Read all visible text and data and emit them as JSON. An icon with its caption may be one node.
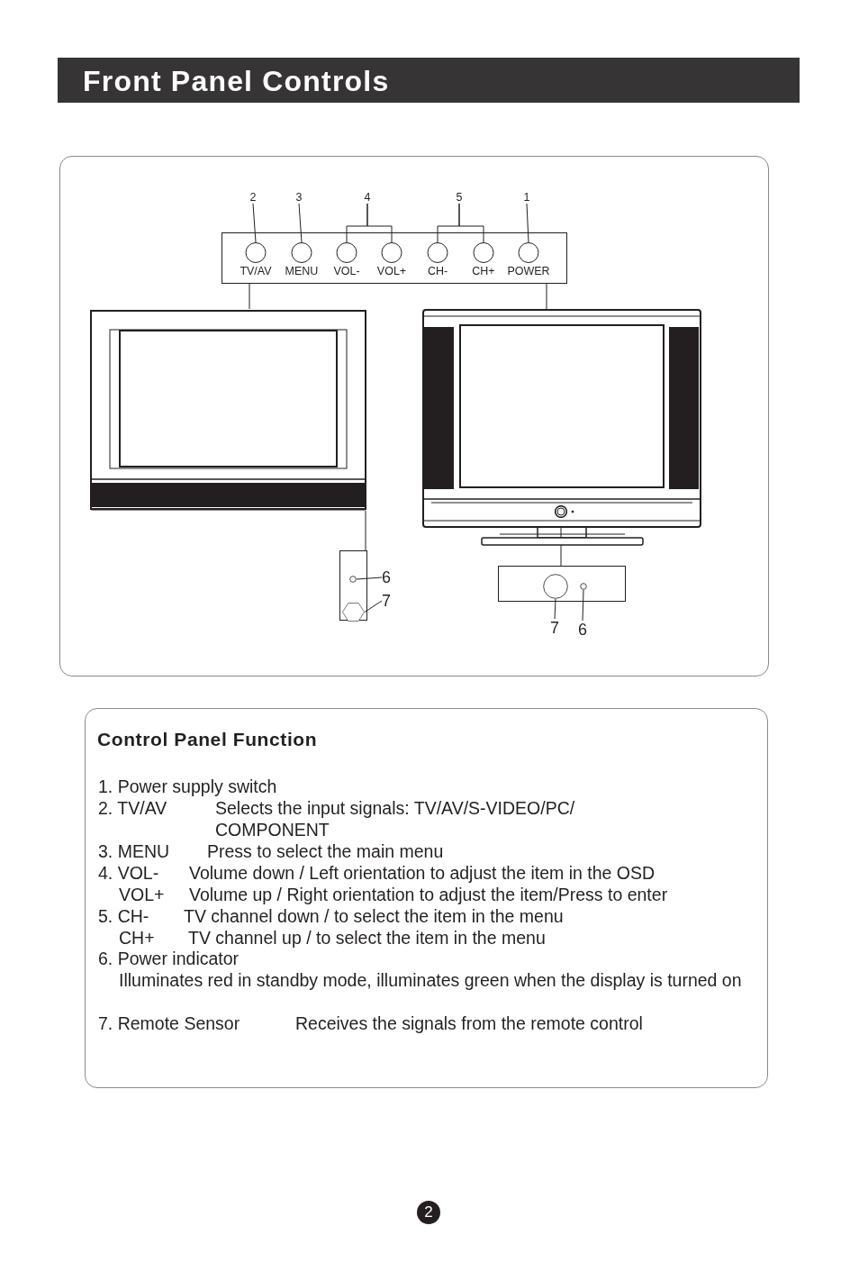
{
  "diagram": {
    "title": "Front Panel Controls",
    "nodes": [
      {
        "text": [
          "2"
        ]
      },
      {
        "text": [
          "3"
        ]
      },
      {
        "text": [
          "4"
        ]
      },
      {
        "text": [
          "5"
        ]
      },
      {
        "text": [
          "1"
        ]
      },
      {
        "text": [],
        "shape": "box"
      },
      {
        "text": [
          "TV/AV"
        ],
        "in": 5
      },
      {
        "text": [
          "MENU"
        ],
        "in": 5
      },
      {
        "text": [
          "VOL-"
        ],
        "in": 5
      },
      {
        "text": [
          "VOL+"
        ],
        "in": 5
      },
      {
        "text": [
          "CH-"
        ],
        "in": 5
      },
      {
        "text": [
          "CH+"
        ],
        "in": 5
      },
      {
        "text": [
          "POWER"
        ],
        "in": 5
      },
      {
        "text": [],
        "shape": "picture"
      },
      {
        "text": [],
        "shape": "picture"
      },
      {
        "text": [],
        "shape": "circle",
        "in": 14
      },
      {
        "text": [],
        "shape": "box"
      },
      {
        "text": [],
        "shape": "circle",
        "in": 16
      },
      {
        "text": [],
        "shape": "hexagon",
        "in": 16
      },
      {
        "text": [
          "6"
        ]
      },
      {
        "text": [
          "7"
        ]
      },
      {
        "text": [],
        "shape": "box"
      },
      {
        "text": [],
        "shape": "circle",
        "in": 21
      },
      {
        "text": [],
        "shape": "circle",
        "in": 21
      },
      {
        "text": [
          "7"
        ]
      },
      {
        "text": [
          "6"
        ]
      },
      {
        "text": [
          "Control Panel Function",
          "1. Power supply switch",
          "2. TV/AV",
          "Selects the input signals: TV/AV/S-VIDEO/PC/ COMPONENT",
          "3. MENU",
          "Press to select the main menu",
          "4. VOL-",
          "Volume down / Left orientation to adjust the item in the OSD",
          "VOL+",
          "Volume up / Right orientation to adjust the item/Press to enter",
          "5. CH-",
          "TV channel down / to select the item in the menu",
          "CH+",
          "TV channel up / to select the item in the menu",
          "6. Power indicator",
          "Illuminates red in standby mode, illuminates green when the display is turned on",
          "7. Remote Sensor",
          "Receives the signals from the remote control"
        ]
      }
    ],
    "edges": [
      {
        "from": 0,
        "to": 6,
        "arrow": "none"
      },
      {
        "from": 1,
        "to": 7,
        "arrow": "none"
      },
      {
        "from": 2,
        "to": 8,
        "arrow": "none"
      },
      {
        "from": 2,
        "to": 9,
        "arrow": "none"
      },
      {
        "from": 3,
        "to": 10,
        "arrow": "none"
      },
      {
        "from": 3,
        "to": 11,
        "arrow": "none"
      },
      {
        "from": 4,
        "to": 12,
        "arrow": "none"
      },
      {
        "from": 5,
        "to": 13,
        "arrow": "none"
      },
      {
        "from": 5,
        "to": 14,
        "arrow": "none"
      },
      {
        "from": 13,
        "to": 16,
        "arrow": "none"
      },
      {
        "from": 19,
        "to": 17,
        "arrow": "none"
      },
      {
        "from": 20,
        "to": 18,
        "arrow": "none"
      },
      {
        "from": 15,
        "to": 21,
        "arrow": "none"
      },
      {
        "from": 24,
        "to": 22,
        "arrow": "none"
      },
      {
        "from": 25,
        "to": 23,
        "arrow": "none"
      }
    ],
    "labels": [
      "2"
    ]
  }
}
